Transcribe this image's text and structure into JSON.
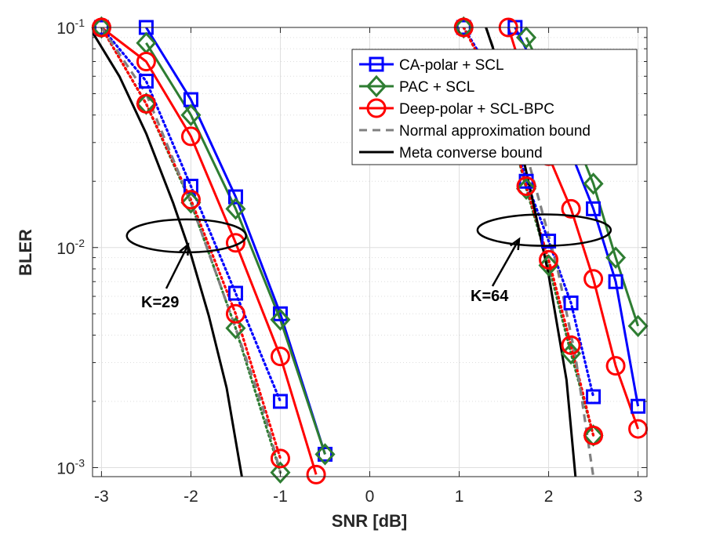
{
  "chart_data": {
    "type": "line",
    "xlabel": "SNR [dB]",
    "ylabel": "BLER",
    "xlim": [
      -3.1,
      3.1
    ],
    "ylim": [
      0.00091,
      0.1
    ],
    "yscale": "log",
    "grid": true,
    "xticks": [
      -3,
      -2,
      -1,
      0,
      1,
      2,
      3
    ],
    "xtick_labels": [
      "-3",
      "-2",
      "-1",
      "0",
      "1",
      "2",
      "3"
    ],
    "yticks": [
      0.001,
      0.01,
      0.1
    ],
    "ytick_labels": [
      {
        "base": "10",
        "exp": "-3"
      },
      {
        "base": "10",
        "exp": "-2"
      },
      {
        "base": "10",
        "exp": "-1"
      }
    ],
    "legend_position": "top-right",
    "legend": [
      {
        "label": "CA-polar + SCL",
        "color": "#0000ff",
        "style": "solid",
        "marker": "square"
      },
      {
        "label": "PAC + SCL",
        "color": "#2e7d32",
        "style": "solid",
        "marker": "diamond"
      },
      {
        "label": "Deep-polar + SCL-BPC",
        "color": "#ff0000",
        "style": "solid",
        "marker": "circle"
      },
      {
        "label": "Normal approximation bound",
        "color": "#808080",
        "style": "dashed",
        "marker": "none"
      },
      {
        "label": "Meta converse bound",
        "color": "#000000",
        "style": "solid",
        "marker": "none"
      }
    ],
    "series": [
      {
        "group": "K=29",
        "color": "#0000ff",
        "style": "solid",
        "marker": "square",
        "x": [
          -2.5,
          -2,
          -1.5,
          -1,
          -0.5
        ],
        "y": [
          0.1,
          0.047,
          0.017,
          0.005,
          0.00115
        ]
      },
      {
        "group": "K=29",
        "color": "#2e7d32",
        "style": "solid",
        "marker": "diamond",
        "x": [
          -2.5,
          -2,
          -1.5,
          -1,
          -0.5
        ],
        "y": [
          0.085,
          0.04,
          0.015,
          0.0047,
          0.00115
        ]
      },
      {
        "group": "K=29",
        "color": "#ff0000",
        "style": "solid",
        "marker": "circle",
        "x": [
          -3,
          -2.5,
          -2,
          -1.5,
          -1,
          -0.6
        ],
        "y": [
          0.1,
          0.07,
          0.032,
          0.0105,
          0.0032,
          0.00093
        ]
      },
      {
        "group": "K=29",
        "color": "#0000ff",
        "style": "dotted",
        "marker": "square",
        "x": [
          -3,
          -2.5,
          -2,
          -1.5,
          -1
        ],
        "y": [
          0.1,
          0.057,
          0.019,
          0.0062,
          0.002
        ]
      },
      {
        "group": "K=29",
        "color": "#2e7d32",
        "style": "dotted",
        "marker": "diamond",
        "x": [
          -3,
          -2.5,
          -2,
          -1.5,
          -1
        ],
        "y": [
          0.1,
          0.045,
          0.016,
          0.0043,
          0.00095
        ]
      },
      {
        "group": "K=29",
        "color": "#ff0000",
        "style": "dotted",
        "marker": "circle",
        "x": [
          -3,
          -2.5,
          -2,
          -1.5,
          -1
        ],
        "y": [
          0.1,
          0.045,
          0.0165,
          0.005,
          0.0011
        ]
      },
      {
        "group": "K=29",
        "color": "#808080",
        "style": "dashed",
        "marker": "none",
        "x": [
          -3,
          -2.5,
          -2,
          -1.5,
          -1.2,
          -1.0
        ],
        "y": [
          0.1,
          0.05,
          0.016,
          0.0043,
          0.0019,
          0.00095
        ]
      },
      {
        "group": "K=29",
        "color": "#000000",
        "style": "solid",
        "marker": "none",
        "x": [
          -3.1,
          -2.8,
          -2.5,
          -2.2,
          -2.0,
          -1.8,
          -1.6,
          -1.43
        ],
        "y": [
          0.095,
          0.06,
          0.033,
          0.016,
          0.0093,
          0.0049,
          0.0023,
          0.00091
        ]
      },
      {
        "group": "K=64",
        "color": "#0000ff",
        "style": "solid",
        "marker": "square",
        "x": [
          1.625,
          2,
          2.25,
          2.5,
          2.75,
          3
        ],
        "y": [
          0.1,
          0.05,
          0.027,
          0.015,
          0.007,
          0.0019
        ]
      },
      {
        "group": "K=64",
        "color": "#2e7d32",
        "style": "solid",
        "marker": "diamond",
        "x": [
          1.75,
          2.25,
          2.5,
          2.75,
          3
        ],
        "y": [
          0.09,
          0.035,
          0.0195,
          0.009,
          0.0044
        ]
      },
      {
        "group": "K=64",
        "color": "#ff0000",
        "style": "solid",
        "marker": "circle",
        "x": [
          1.55,
          2,
          2.25,
          2.5,
          2.75,
          3
        ],
        "y": [
          0.1,
          0.026,
          0.015,
          0.0072,
          0.0029,
          0.0015
        ]
      },
      {
        "group": "K=64",
        "color": "#0000ff",
        "style": "dotted",
        "marker": "square",
        "x": [
          1.05,
          1.5,
          1.75,
          2,
          2.25,
          2.5
        ],
        "y": [
          0.1,
          0.05,
          0.02,
          0.0107,
          0.0056,
          0.0021
        ]
      },
      {
        "group": "K=64",
        "color": "#2e7d32",
        "style": "dotted",
        "marker": "diamond",
        "x": [
          1.05,
          1.5,
          1.75,
          2,
          2.25,
          2.5
        ],
        "y": [
          0.1,
          0.045,
          0.0185,
          0.0083,
          0.0033,
          0.0014
        ]
      },
      {
        "group": "K=64",
        "color": "#ff0000",
        "style": "dotted",
        "marker": "circle",
        "x": [
          1.05,
          1.5,
          1.75,
          2,
          2.25,
          2.5
        ],
        "y": [
          0.1,
          0.045,
          0.019,
          0.0088,
          0.0036,
          0.0014
        ]
      },
      {
        "group": "K=64",
        "color": "#808080",
        "style": "dashed",
        "marker": "none",
        "x": [
          1.3,
          1.6,
          1.9,
          2.1,
          2.3,
          2.5
        ],
        "y": [
          0.1,
          0.045,
          0.016,
          0.008,
          0.0032,
          0.00091
        ]
      },
      {
        "group": "K=64",
        "color": "#000000",
        "style": "solid",
        "marker": "none",
        "x": [
          1.3,
          1.55,
          1.8,
          2.0,
          2.2,
          2.3
        ],
        "y": [
          0.1,
          0.05,
          0.018,
          0.0075,
          0.0025,
          0.00091
        ]
      }
    ],
    "annotations": [
      {
        "text": "K=29",
        "ellipse_center": [
          -2.05,
          0.0113
        ],
        "arrow_to": [
          -2.05,
          0.0113
        ]
      },
      {
        "text": "K=64",
        "ellipse_center": [
          1.95,
          0.012
        ],
        "arrow_to": [
          1.95,
          0.012
        ]
      }
    ]
  }
}
